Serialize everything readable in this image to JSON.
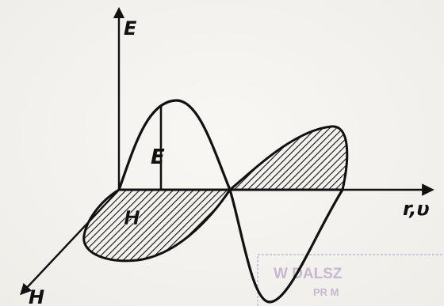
{
  "diagram": {
    "labels": {
      "e_axis": "E",
      "h_axis": "H",
      "r_axis": "r,υ",
      "e_vector": "E",
      "h_vector": "H"
    },
    "stamp": {
      "line1": "W DALSZ",
      "line2": "PR M"
    },
    "colors": {
      "ink": "#111111",
      "paper": "#f4f2ee",
      "stamp": "#b9a4c6"
    }
  }
}
